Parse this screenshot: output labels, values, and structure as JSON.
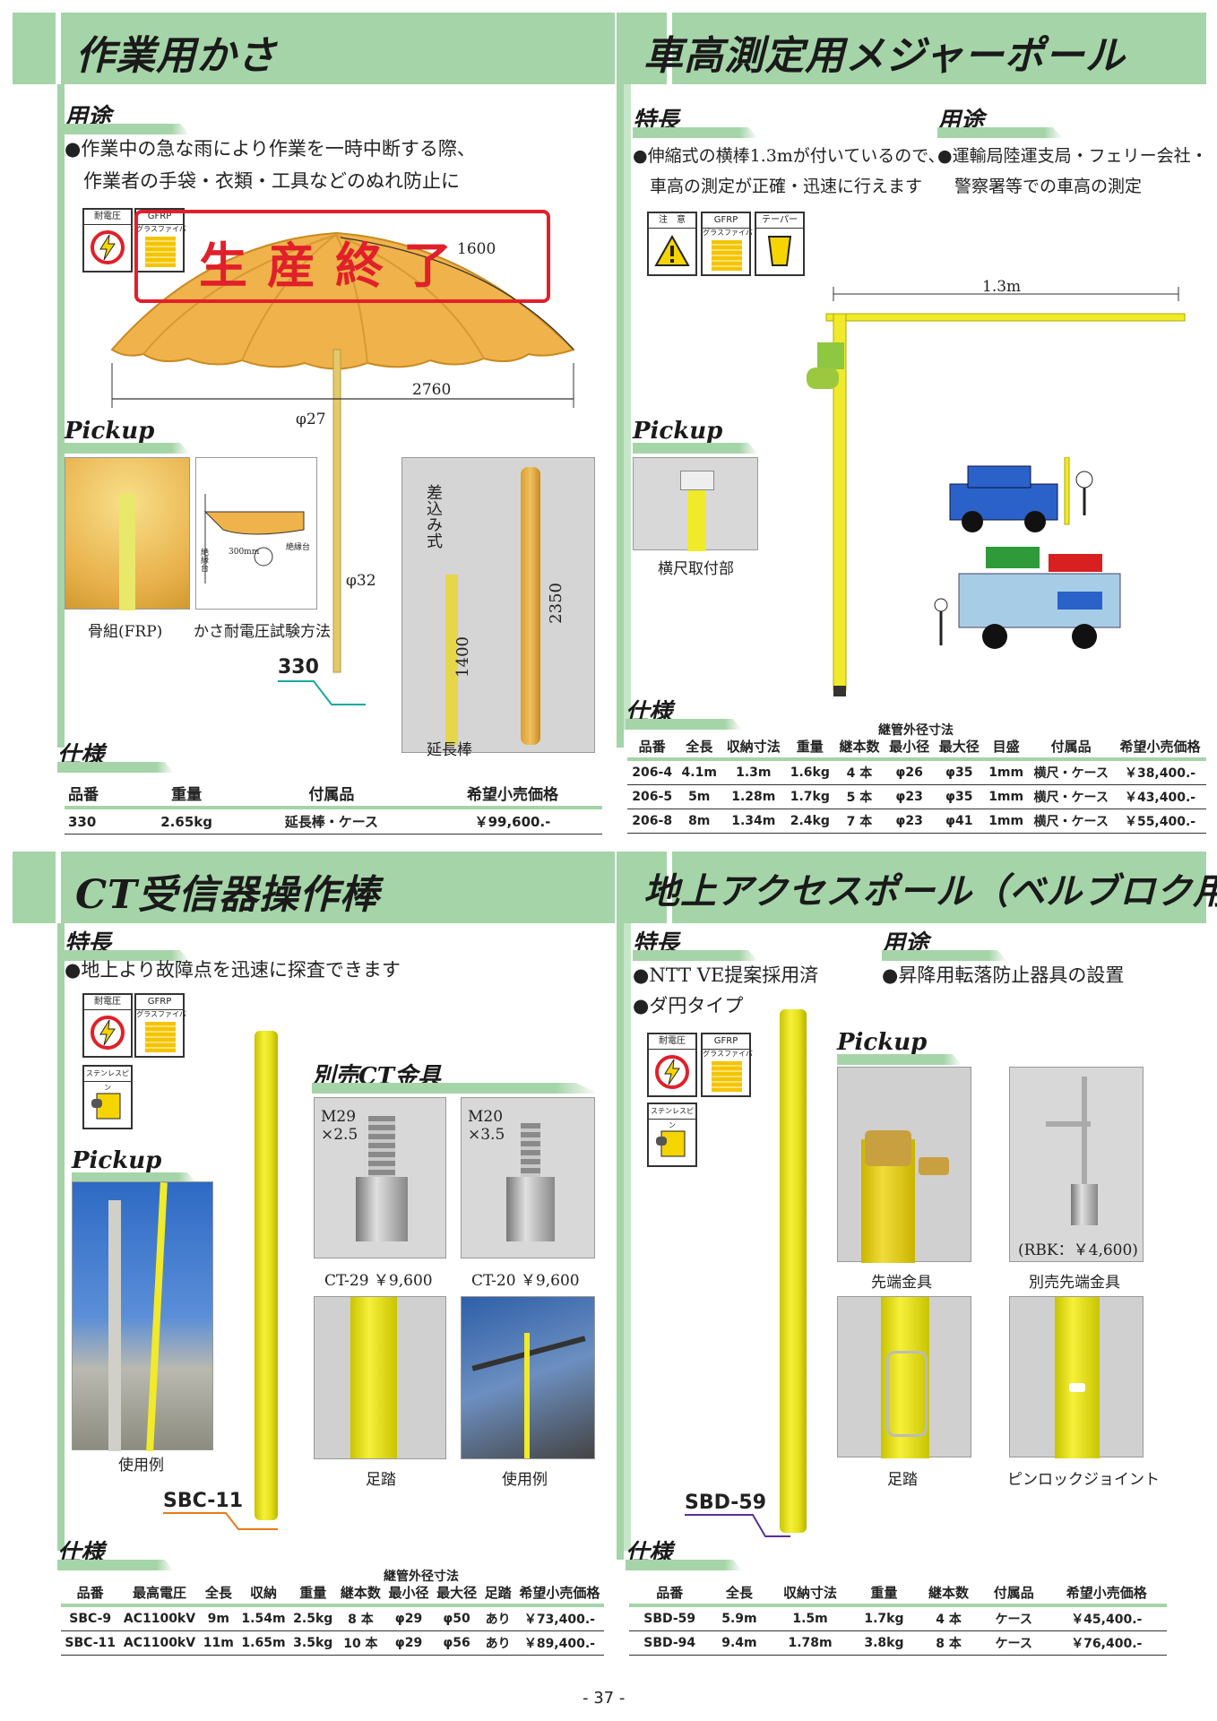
{
  "page_number": "- 37 -",
  "s1": {
    "title": "作業用かさ",
    "usage_label": "用途",
    "usage_lines": [
      "●作業中の急な雨により作業を一時中断する際、",
      "　作業者の手袋・衣類・工具などのぬれ防止に"
    ],
    "badge1": "耐電圧",
    "badge2": "GFRP",
    "badge2_sub": "グラスファイバー",
    "stamp": "生産終了",
    "dim_height": "1600",
    "dim_width": "2760",
    "dim_d27": "φ27",
    "dim_d32": "φ32",
    "dim_insert": "差込み式",
    "dim_1400": "1400",
    "dim_2350": "2350",
    "pickup": "Pickup",
    "cap1": "骨組(FRP)",
    "cap2": "かさ耐電圧試験方法",
    "cap3": "延長棒",
    "test_label_a": "絶縁台",
    "test_label_b": "300mm",
    "test_label_c": "絶縁台",
    "model": "330",
    "spec_label": "仕様",
    "spec_headers": [
      "品番",
      "重量",
      "付属品",
      "希望小売価格"
    ],
    "spec_rows": [
      [
        "330",
        "2.65kg",
        "延長棒・ケース",
        "￥99,600.-"
      ]
    ]
  },
  "s2": {
    "title": "車高測定用メジャーポール",
    "feat_label": "特長",
    "feat_lines": [
      "●伸縮式の横棒1.3mが付いているので、",
      "　車高の測定が正確・迅速に行えます"
    ],
    "usage_label": "用途",
    "usage_lines": [
      "●運輸局陸運支局・フェリー会社・",
      "　警察署等での車高の測定"
    ],
    "badge1": "注　意",
    "badge2": "GFRP",
    "badge2_sub": "グラスファイバー",
    "badge3": "テーパー",
    "dim_13": "1.3m",
    "pickup": "Pickup",
    "cap1": "横尺取付部",
    "spec_label": "仕様",
    "spec_group": "継管外径寸法",
    "spec_headers": [
      "品番",
      "全長",
      "収納寸法",
      "重量",
      "継本数",
      "最小径",
      "最大径",
      "目盛",
      "付属品",
      "希望小売価格"
    ],
    "spec_rows": [
      [
        "206-4",
        "4.1m",
        "1.3m",
        "1.6kg",
        "4 本",
        "φ26",
        "φ35",
        "1mm",
        "横尺・ケース",
        "￥38,400.-"
      ],
      [
        "206-5",
        "5m",
        "1.28m",
        "1.7kg",
        "5 本",
        "φ23",
        "φ35",
        "1mm",
        "横尺・ケース",
        "￥43,400.-"
      ],
      [
        "206-8",
        "8m",
        "1.34m",
        "2.4kg",
        "7 本",
        "φ23",
        "φ41",
        "1mm",
        "横尺・ケース",
        "￥55,400.-"
      ]
    ]
  },
  "s3": {
    "title": "CT受信器操作棒",
    "feat_label": "特長",
    "feat_lines": [
      "●地上より故障点を迅速に探査できます"
    ],
    "badge1": "耐電圧",
    "badge2": "GFRP",
    "badge2_sub": "グラスファイバー",
    "badge3": "ステンレスピン",
    "pickup": "Pickup",
    "cap_use": "使用例",
    "ct_label": "別売CT金具",
    "ct1_spec": [
      "M29",
      "×2.5"
    ],
    "ct2_spec": [
      "M20",
      "×3.5"
    ],
    "ct1_cap": "CT-29 ￥9,600",
    "ct2_cap": "CT-20 ￥9,600",
    "cap_foot": "足踏",
    "cap_use2": "使用例",
    "model": "SBC-11",
    "spec_label": "仕様",
    "spec_group": "継管外径寸法",
    "spec_headers": [
      "品番",
      "最高電圧",
      "全長",
      "収納",
      "重量",
      "継本数",
      "最小径",
      "最大径",
      "足踏",
      "希望小売価格"
    ],
    "spec_rows": [
      [
        "SBC-9",
        "AC1100kV",
        "9m",
        "1.54m",
        "2.5kg",
        "8 本",
        "φ29",
        "φ50",
        "あり",
        "￥73,400.-"
      ],
      [
        "SBC-11",
        "AC1100kV",
        "11m",
        "1.65m",
        "3.5kg",
        "10 本",
        "φ29",
        "φ56",
        "あり",
        "￥89,400.-"
      ]
    ]
  },
  "s4": {
    "title": "地上アクセスポール（ベルブロク用）",
    "feat_label": "特長",
    "feat_lines": [
      "●NTT VE提案採用済",
      "●ダ円タイプ"
    ],
    "usage_label": "用途",
    "usage_lines": [
      "●昇降用転落防止器具の設置"
    ],
    "badge1": "耐電圧",
    "badge2": "GFRP",
    "badge2_sub": "グラスファイバー",
    "badge3": "ステンレスピン",
    "pickup": "Pickup",
    "cap1": "先端金具",
    "cap2": "別売先端金具",
    "rbk": "(RBK：￥4,600)",
    "cap3": "足踏",
    "cap4": "ピンロックジョイント",
    "model": "SBD-59",
    "spec_label": "仕様",
    "spec_headers": [
      "品番",
      "全長",
      "収納寸法",
      "重量",
      "継本数",
      "付属品",
      "希望小売価格"
    ],
    "spec_rows": [
      [
        "SBD-59",
        "5.9m",
        "1.5m",
        "1.7kg",
        "4 本",
        "ケース",
        "￥45,400.-"
      ],
      [
        "SBD-94",
        "9.4m",
        "1.78m",
        "3.8kg",
        "8 本",
        "ケース",
        "￥76,400.-"
      ]
    ]
  },
  "colors": {
    "accent": "#a5d4a8",
    "stamp": "#e0202a",
    "pole": "#f0ea2a",
    "umbrella": "#f0b24a"
  }
}
